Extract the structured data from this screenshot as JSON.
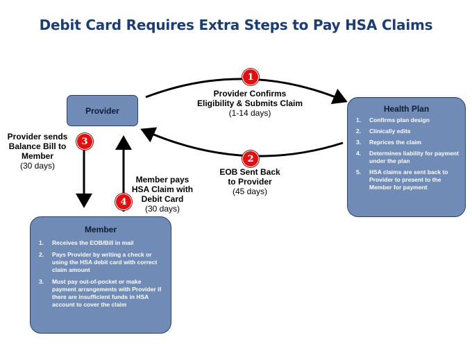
{
  "title": "Debit Card Requires Extra Steps to Pay HSA Claims",
  "provider": {
    "label": "Provider"
  },
  "health_plan": {
    "title": "Health Plan",
    "items": [
      {
        "num": "1.",
        "text": "Confirms plan design"
      },
      {
        "num": "2.",
        "text": "Clinically edits"
      },
      {
        "num": "3.",
        "text": "Reprices the claim"
      },
      {
        "num": "4.",
        "text": "Determines liability for payment under the plan"
      },
      {
        "num": "5.",
        "text": "HSA claims are sent back to Provider to present to the Member for payment"
      }
    ]
  },
  "member": {
    "title": "Member",
    "items": [
      {
        "num": "1.",
        "text": "Receives the EOB/Bill in mail"
      },
      {
        "num": "2.",
        "text": "Pays Provider by writing a check or using the HSA debit card with correct claim amount"
      },
      {
        "num": "3.",
        "text": "Must pay out-of-pocket or make payment arrangements with Provider if there are  insufficient funds in HSA  account to cover the claim"
      }
    ]
  },
  "steps": {
    "s1": {
      "badge": "1",
      "line1": "Provider Confirms",
      "line2": "Eligibility & Submits Claim",
      "duration": "(1-14 days)"
    },
    "s2": {
      "badge": "2",
      "line1": "EOB Sent Back",
      "line2": "to Provider",
      "duration": "(45 days)"
    },
    "s3": {
      "badge": "3",
      "line1": "Provider sends",
      "line2": "Balance Bill to",
      "line3": "Member",
      "duration": "(30 days)"
    },
    "s4": {
      "badge": "4",
      "line1": "Member pays",
      "line2": "HSA Claim with",
      "line3": "Debit Card",
      "duration": "(30 days)"
    }
  },
  "colors": {
    "title": "#1f3c6e",
    "box_fill": "#6f8bb6",
    "box_border": "#2b3f63",
    "badge": "#e01010"
  }
}
